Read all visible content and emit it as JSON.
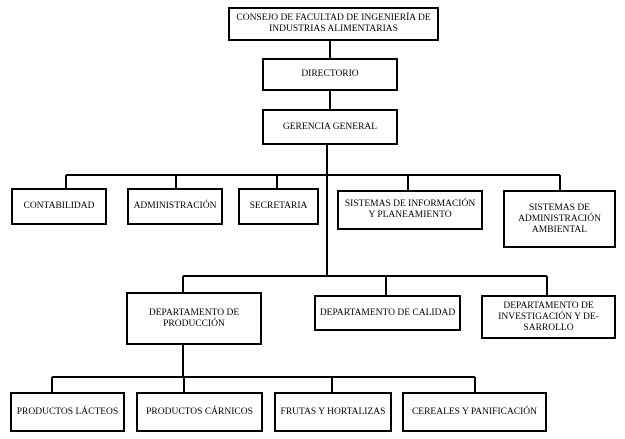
{
  "org_chart": {
    "consejo": "CONSEJO DE FACULTAD DE INGENIERÍA DE INDUSTRIAS ALIMENTARIAS",
    "directorio": "DIRECTORIO",
    "gerencia": "GERENCIA GENERAL",
    "staff": [
      "CONTABILIDAD",
      "ADMINISTRACIÓN",
      "SECRETARIA",
      "SISTEMAS DE INFORMACIÓN Y PLANEAMIENTO",
      "SISTEMAS DE ADMINISTRACIÓN AMBIENTAL"
    ],
    "departamentos": [
      "DEPARTAMENTO DE PRODUCCIÓN",
      "DEPARTAMENTO DE CALIDAD",
      "DEPARTAMENTO DE INVESTIGACIÓN Y DE-SARROLLO"
    ],
    "productos": [
      "PRODUCTOS LÁCTEOS",
      "PRODUCTOS CÁRNICOS",
      "FRUTAS Y HORTALIZAS",
      "CEREALES Y PANIFICACIÓN"
    ]
  }
}
